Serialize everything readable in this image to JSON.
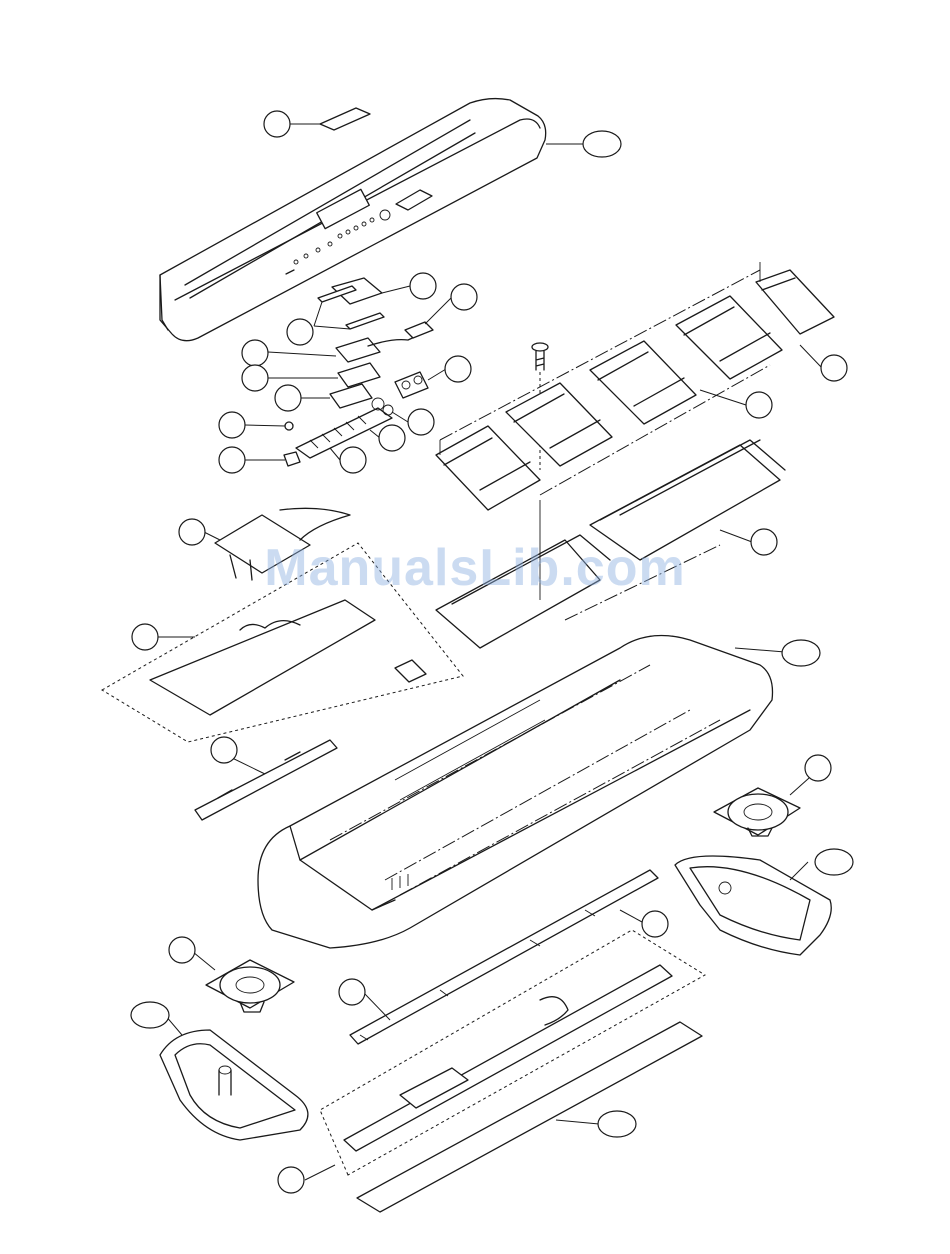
{
  "watermark": {
    "text": "ManualsLib.com"
  },
  "colors": {
    "line": "#1a1a1a",
    "paper": "#ffffff",
    "watermark": "#8cafe1"
  },
  "callouts": [
    {
      "id": "c01",
      "label": ""
    },
    {
      "id": "c02",
      "label": ""
    },
    {
      "id": "c03",
      "label": ""
    },
    {
      "id": "c04",
      "label": ""
    },
    {
      "id": "c05",
      "label": ""
    },
    {
      "id": "c06",
      "label": ""
    },
    {
      "id": "c07",
      "label": ""
    },
    {
      "id": "c08",
      "label": ""
    },
    {
      "id": "c09",
      "label": ""
    },
    {
      "id": "c10",
      "label": ""
    },
    {
      "id": "c11",
      "label": ""
    },
    {
      "id": "c12",
      "label": ""
    },
    {
      "id": "c13",
      "label": ""
    },
    {
      "id": "c14",
      "label": ""
    },
    {
      "id": "c15",
      "label": ""
    },
    {
      "id": "c16",
      "label": ""
    },
    {
      "id": "c17",
      "label": ""
    },
    {
      "id": "c18",
      "label": ""
    },
    {
      "id": "c19",
      "label": ""
    },
    {
      "id": "c20",
      "label": ""
    },
    {
      "id": "c21",
      "label": ""
    },
    {
      "id": "c22",
      "label": ""
    },
    {
      "id": "c23",
      "label": ""
    },
    {
      "id": "c24",
      "label": ""
    },
    {
      "id": "c25",
      "label": ""
    },
    {
      "id": "c26",
      "label": ""
    },
    {
      "id": "c27",
      "label": ""
    },
    {
      "id": "c28",
      "label": ""
    }
  ]
}
